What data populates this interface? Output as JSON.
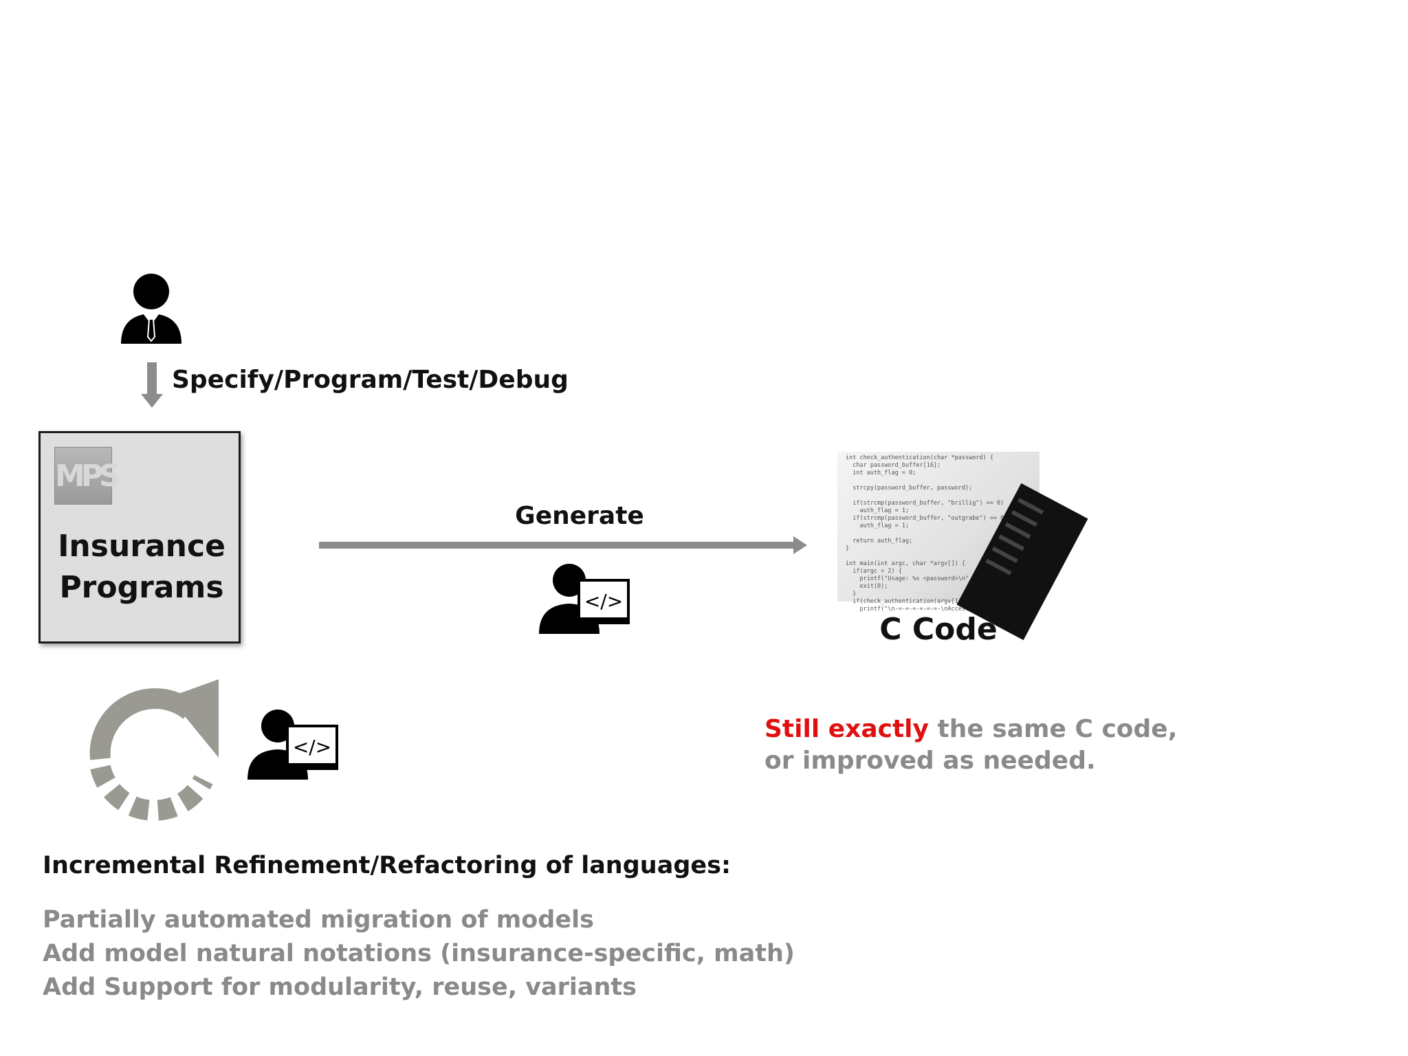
{
  "developer": {
    "arrow_label": "Specify/Program/Test/Debug",
    "icon": "businessman-icon"
  },
  "insurance_box": {
    "logo_text": "MPS",
    "label_line1": "Insurance",
    "label_line2": "Programs"
  },
  "generate": {
    "label": "Generate",
    "icon": "programmer-icon"
  },
  "c_code": {
    "label": "C Code",
    "code_sample": "int check_authentication(char *password) {\n  char password_buffer[16];\n  int auth_flag = 0;\n\n  strcpy(password_buffer, password);\n\n  if(strcmp(password_buffer, \"brillig\") == 0)\n    auth_flag = 1;\n  if(strcmp(password_buffer, \"outgrabe\") == 0)\n    auth_flag = 1;\n\n  return auth_flag;\n}\n\nint main(int argc, char *argv[]) {\n  if(argc < 2) {\n    printf(\"Usage: %s <password>\\n\"\n    exit(0);\n  }\n  if(check_authentication(argv[1]\n    printf(\"\\n-=-=-=-=-=-=-\\nAccess Granted"
  },
  "note": {
    "highlight": "Still exactly",
    "rest_line1": " the same C code,",
    "line2": "or improved as needed.",
    "highlight_color": "#e01010",
    "text_color": "#8a8a8a"
  },
  "refinement": {
    "heading": "Incremental Refinement/Refactoring of languages:",
    "items": [
      "Partially automated migration of models",
      "Add model natural notations (insurance-specific, math)",
      "Add Support for modularity, reuse, variants"
    ],
    "icon": "refresh-cycle-icon"
  }
}
